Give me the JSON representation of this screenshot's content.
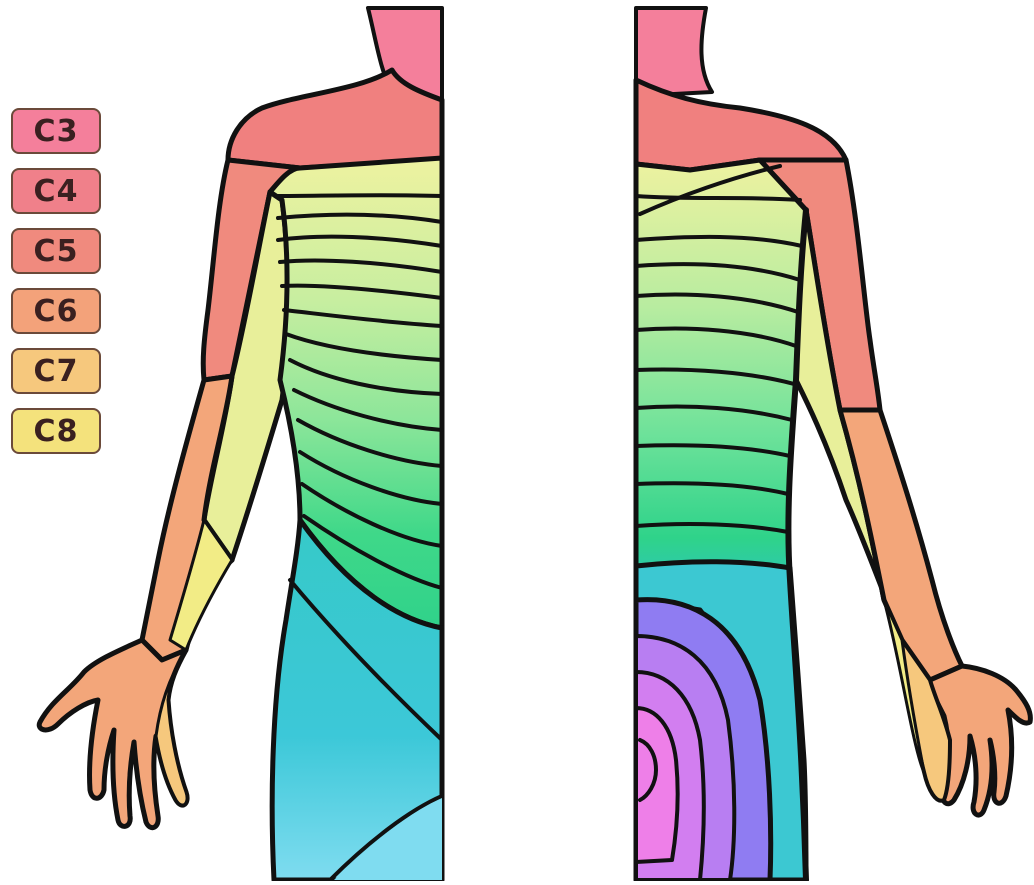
{
  "legend": {
    "items": [
      {
        "label": "C3",
        "color": "#f47f9b"
      },
      {
        "label": "C4",
        "color": "#f0808a"
      },
      {
        "label": "C5",
        "color": "#f08a7e"
      },
      {
        "label": "C6",
        "color": "#f3a27a"
      },
      {
        "label": "C7",
        "color": "#f6c87d"
      },
      {
        "label": "C8",
        "color": "#f4e27c"
      }
    ]
  },
  "colors": {
    "c3": "#f47f9b",
    "c4": "#f0807f",
    "c5": "#f08a7e",
    "c6": "#f3a67a",
    "c7": "#f6c87d",
    "c8": "#f2ec86",
    "t1": "#e4f0a0",
    "thoracic_mid": "#a8e8a0",
    "thoracic_low": "#3fd889",
    "lumbar": "#3cc8d2",
    "lumbar_light": "#7fdcf0",
    "sacral_purple": "#8f7cf2",
    "sacral_violet": "#c87ef0",
    "sacral_pink": "#ee7fe8",
    "outline": "#111111"
  }
}
